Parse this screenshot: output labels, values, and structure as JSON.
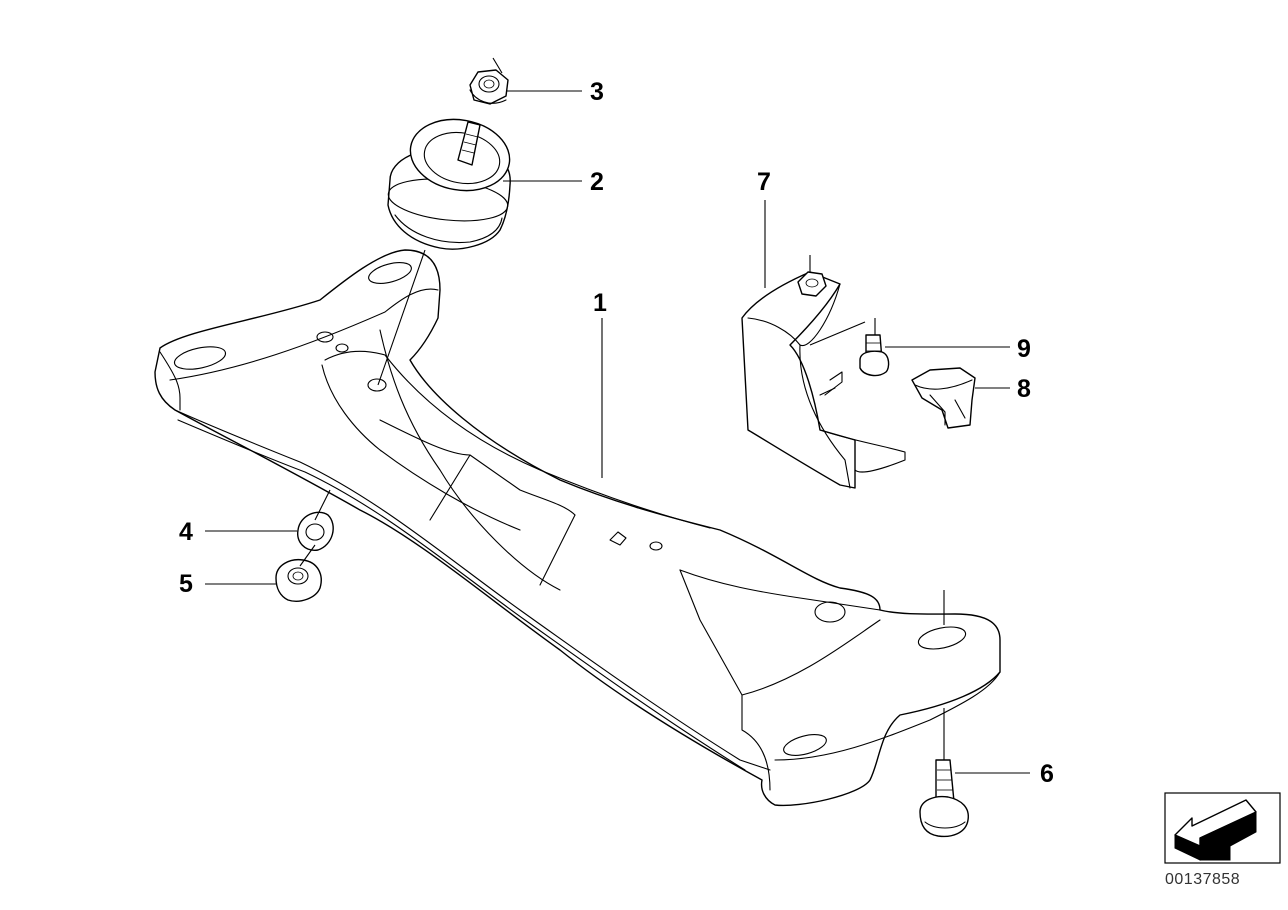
{
  "callouts": [
    {
      "id": "1",
      "label": "1"
    },
    {
      "id": "2",
      "label": "2"
    },
    {
      "id": "3",
      "label": "3"
    },
    {
      "id": "4",
      "label": "4"
    },
    {
      "id": "5",
      "label": "5"
    },
    {
      "id": "6",
      "label": "6"
    },
    {
      "id": "7",
      "label": "7"
    },
    {
      "id": "8",
      "label": "8"
    },
    {
      "id": "9",
      "label": "9"
    }
  ],
  "document_number": "00137858",
  "nav_icon": "arrow-down-left-icon"
}
